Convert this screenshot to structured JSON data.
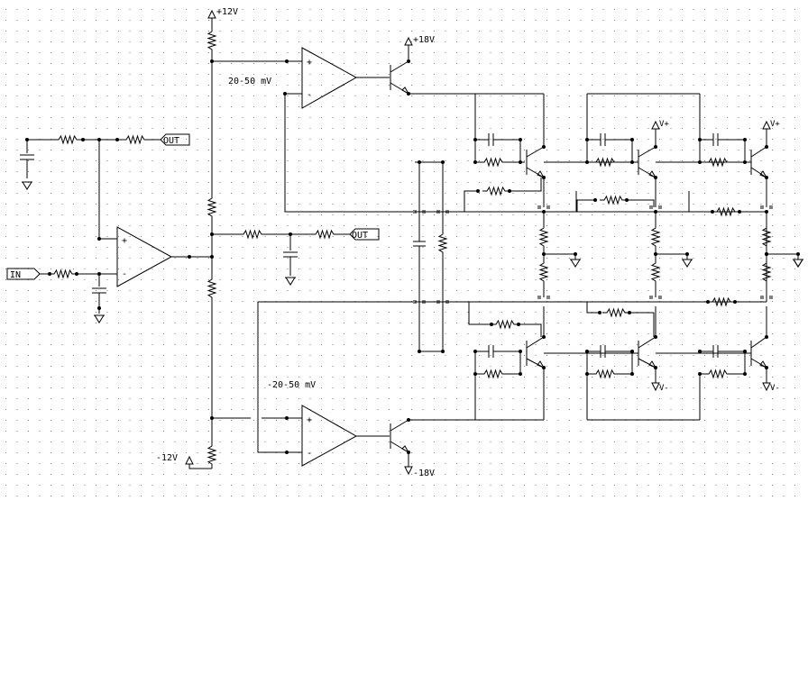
{
  "labels": {
    "supply_pos12": "+12V",
    "supply_neg12": "-12V",
    "supply_pos18": "+18V",
    "supply_neg18": "-18V",
    "bias_pos": "20-50 mV",
    "bias_neg": "-20-50 mV",
    "input_port": "IN",
    "output_port_top": "OUT",
    "output_port_mid": "OUT",
    "opamp_plus": "+",
    "opamp_minus": "-",
    "vplus": "V+",
    "vminus": "V-"
  }
}
